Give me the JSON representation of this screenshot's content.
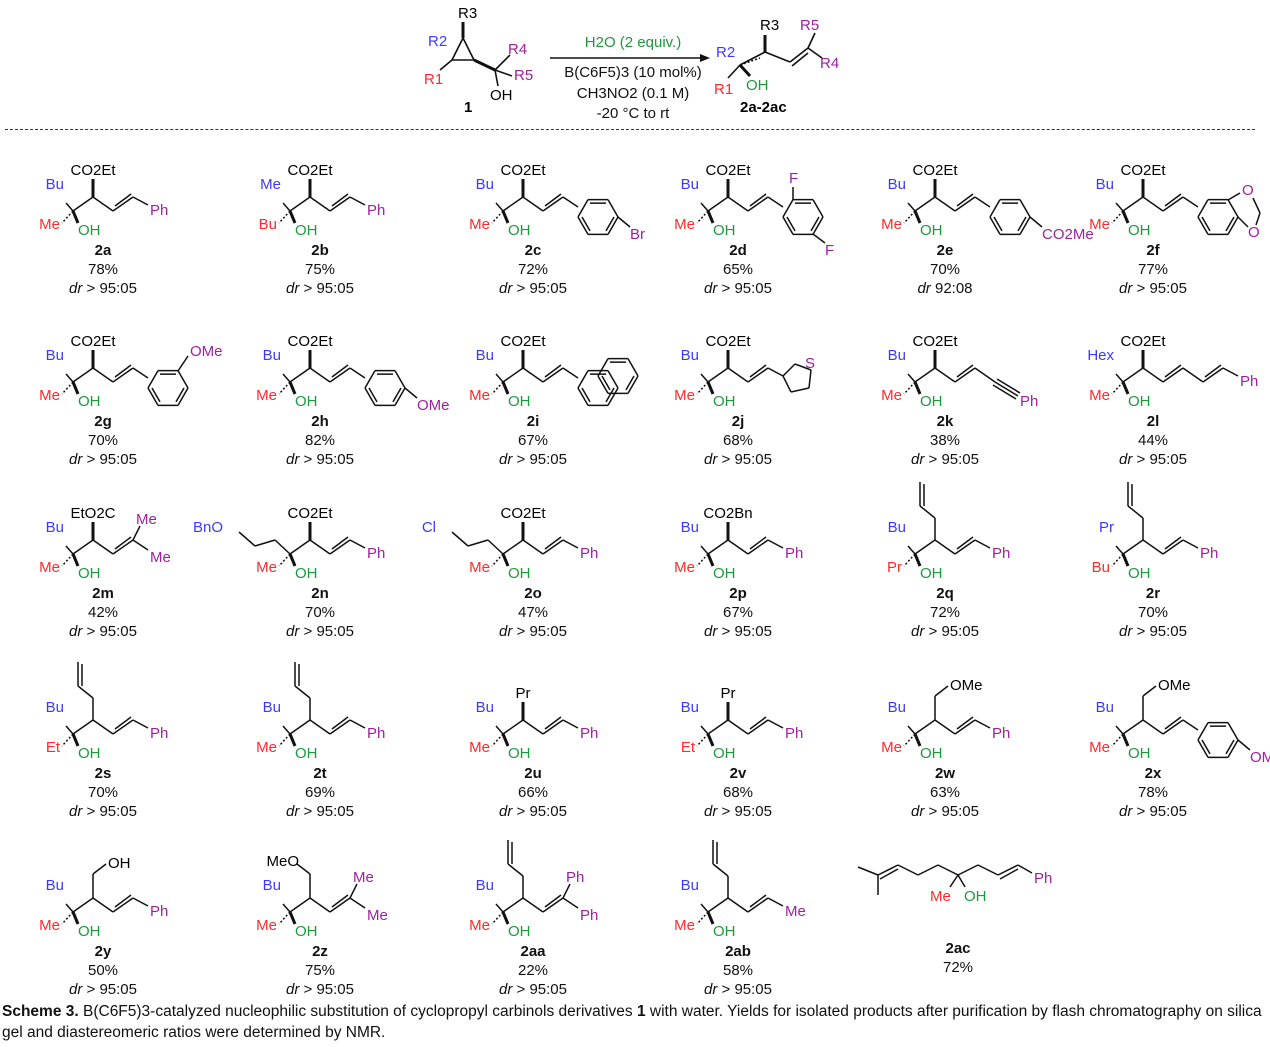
{
  "colors": {
    "r1": "#ff2a2a",
    "r2": "#3a3aff",
    "oh": "#1c9a3c",
    "r4": "#a020a0",
    "bond": "#111111"
  },
  "reaction": {
    "substrate": {
      "r1": "R1",
      "r2": "R2",
      "r3": "R3",
      "r4": "R4",
      "r5": "R5",
      "oh": "OH",
      "label": "1"
    },
    "product": {
      "r1": "R1",
      "r2": "R2",
      "r3": "R3",
      "r4": "R4",
      "r5": "R5",
      "oh": "OH",
      "label": "2a-2ac"
    },
    "conditions": {
      "reagent": "H2O (2 equiv.)",
      "catalyst": "B(C6F5)3 (10 mol%)",
      "solvent": "CH3NO2 (0.1 M)",
      "temperature": "-20 °C to rt"
    }
  },
  "compounds": [
    {
      "id": "2a",
      "yield": "78%",
      "dr": "> 95:05",
      "r2": "Bu",
      "r1": "Me",
      "top": "CO2Et",
      "end": "Ph",
      "endType": "label"
    },
    {
      "id": "2b",
      "yield": "75%",
      "dr": "> 95:05",
      "r2": "Me",
      "r1": "Bu",
      "top": "CO2Et",
      "end": "Ph",
      "endType": "label"
    },
    {
      "id": "2c",
      "yield": "72%",
      "dr": "> 95:05",
      "r2": "Bu",
      "r1": "Me",
      "top": "CO2Et",
      "end": "Br",
      "endType": "aryl-para"
    },
    {
      "id": "2d",
      "yield": "65%",
      "dr": "> 95:05",
      "r2": "Bu",
      "r1": "Me",
      "top": "CO2Et",
      "end": "F",
      "end2": "F",
      "endType": "aryl-difluoro"
    },
    {
      "id": "2e",
      "yield": "70%",
      "dr": " 92:08",
      "r2": "Bu",
      "r1": "Me",
      "top": "CO2Et",
      "end": "CO2Me",
      "endType": "aryl-para"
    },
    {
      "id": "2f",
      "yield": "77%",
      "dr": "> 95:05",
      "r2": "Bu",
      "r1": "Me",
      "top": "CO2Et",
      "end": "O",
      "end2": "O",
      "endType": "aryl-dioxole"
    },
    {
      "id": "2g",
      "yield": "70%",
      "dr": "> 95:05",
      "r2": "Bu",
      "r1": "Me",
      "top": "CO2Et",
      "end": "OMe",
      "endType": "aryl-meta"
    },
    {
      "id": "2h",
      "yield": "82%",
      "dr": "> 95:05",
      "r2": "Bu",
      "r1": "Me",
      "top": "CO2Et",
      "end": "OMe",
      "endType": "aryl-para"
    },
    {
      "id": "2i",
      "yield": "67%",
      "dr": "> 95:05",
      "r2": "Bu",
      "r1": "Me",
      "top": "CO2Et",
      "end": "",
      "endType": "naphthyl"
    },
    {
      "id": "2j",
      "yield": "68%",
      "dr": "> 95:05",
      "r2": "Bu",
      "r1": "Me",
      "top": "CO2Et",
      "end": "S",
      "endType": "thienyl"
    },
    {
      "id": "2k",
      "yield": "38%",
      "dr": "> 95:05",
      "r2": "Bu",
      "r1": "Me",
      "top": "CO2Et",
      "end": "Ph",
      "endType": "alkyne"
    },
    {
      "id": "2l",
      "yield": "44%",
      "dr": "> 95:05",
      "r2": "Hex",
      "r1": "Me",
      "top": "CO2Et",
      "end": "Ph",
      "endType": "diene"
    },
    {
      "id": "2m",
      "yield": "42%",
      "dr": "> 95:05",
      "r2": "Bu",
      "r1": "Me",
      "top": "EtO2C",
      "end": "Me",
      "end2": "Me",
      "endType": "dimethyl"
    },
    {
      "id": "2n",
      "yield": "70%",
      "dr": "> 95:05",
      "r2": "BnO",
      "r2chain": true,
      "r1": "Me",
      "top": "CO2Et",
      "end": "Ph",
      "endType": "label"
    },
    {
      "id": "2o",
      "yield": "47%",
      "dr": "> 95:05",
      "r2": "Cl",
      "r2chain": true,
      "r1": "Me",
      "top": "CO2Et",
      "end": "Ph",
      "endType": "label"
    },
    {
      "id": "2p",
      "yield": "67%",
      "dr": "> 95:05",
      "r2": "Bu",
      "r1": "Me",
      "top": "CO2Bn",
      "end": "Ph",
      "endType": "label"
    },
    {
      "id": "2q",
      "yield": "72%",
      "dr": "> 95:05",
      "r2": "Bu",
      "r1": "Pr",
      "top": "",
      "topType": "allyl",
      "end": "Ph",
      "endType": "label"
    },
    {
      "id": "2r",
      "yield": "70%",
      "dr": "> 95:05",
      "r2": "Pr",
      "r1": "Bu",
      "top": "",
      "topType": "allyl",
      "end": "Ph",
      "endType": "label"
    },
    {
      "id": "2s",
      "yield": "70%",
      "dr": "> 95:05",
      "r2": "Bu",
      "r1": "Et",
      "top": "",
      "topType": "allyl",
      "end": "Ph",
      "endType": "label"
    },
    {
      "id": "2t",
      "yield": "69%",
      "dr": "> 95:05",
      "r2": "Bu",
      "r1": "Me",
      "top": "",
      "topType": "allyl",
      "end": "Ph",
      "endType": "label"
    },
    {
      "id": "2u",
      "yield": "66%",
      "dr": "> 95:05",
      "r2": "Bu",
      "r1": "Me",
      "top": "Pr",
      "end": "Ph",
      "endType": "label"
    },
    {
      "id": "2v",
      "yield": "68%",
      "dr": "> 95:05",
      "r2": "Bu",
      "r1": "Et",
      "top": "Pr",
      "end": "Ph",
      "endType": "label"
    },
    {
      "id": "2w",
      "yield": "63%",
      "dr": "> 95:05",
      "r2": "Bu",
      "r1": "Me",
      "top": "OMe",
      "topType": "ch2",
      "end": "Ph",
      "endType": "label"
    },
    {
      "id": "2x",
      "yield": "78%",
      "dr": "> 95:05",
      "r2": "Bu",
      "r1": "Me",
      "top": "OMe",
      "topType": "ch2",
      "end": "OM",
      "endType": "aryl-para"
    },
    {
      "id": "2y",
      "yield": "50%",
      "dr": "> 95:05",
      "r2": "Bu",
      "r1": "Me",
      "top": "OH",
      "topType": "ch2",
      "end": "Ph",
      "endType": "label"
    },
    {
      "id": "2z",
      "yield": "75%",
      "dr": "> 95:05",
      "r2": "Bu",
      "r1": "Me",
      "top": "MeO",
      "topType": "ch2left",
      "end": "Me",
      "end2": "Me",
      "endType": "dimethyl"
    },
    {
      "id": "2aa",
      "yield": "22%",
      "dr": "> 95:05",
      "r2": "Bu",
      "r1": "Me",
      "top": "",
      "topType": "allyl",
      "end": "Ph",
      "end2": "Ph",
      "endType": "dimethyl"
    },
    {
      "id": "2ab",
      "yield": "58%",
      "dr": "> 95:05",
      "r2": "Bu",
      "r1": "Me",
      "top": "",
      "topType": "allyl",
      "end": "Me",
      "endType": "label"
    }
  ],
  "special": {
    "id": "2ac",
    "yield": "72%",
    "r1": "Me",
    "oh": "OH",
    "end": "Ph"
  },
  "labels": {
    "oh": "OH",
    "dr": "dr"
  },
  "caption": {
    "bold": "Scheme 3.",
    "bold_number": "1",
    "text_before": " B(C6F5)3-catalyzed nucleophilic substitution of cyclopropyl carbinols derivatives ",
    "text_after": " with water. Yields for isolated products after purification by flash chromatography on silica gel and diastereomeric ratios were determined by NMR."
  }
}
